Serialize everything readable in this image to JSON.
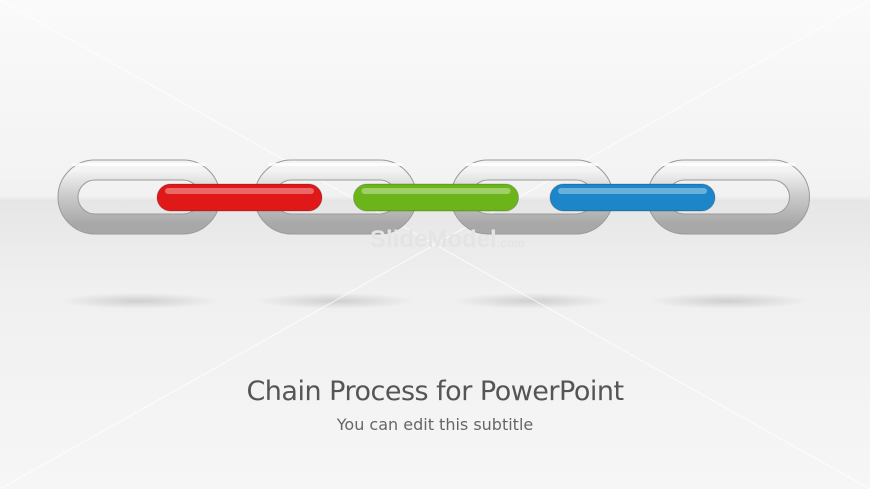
{
  "slide": {
    "title": "Chain Process for PowerPoint",
    "subtitle": "You can edit this subtitle",
    "watermark": "SlideModel.com"
  },
  "chain": {
    "silver_links": 4,
    "colored_links": [
      {
        "name": "red",
        "color": "#e01818"
      },
      {
        "name": "green",
        "color": "#6bb51a"
      },
      {
        "name": "blue",
        "color": "#1c86c8"
      }
    ],
    "silver_color": "#d8d8d8"
  }
}
